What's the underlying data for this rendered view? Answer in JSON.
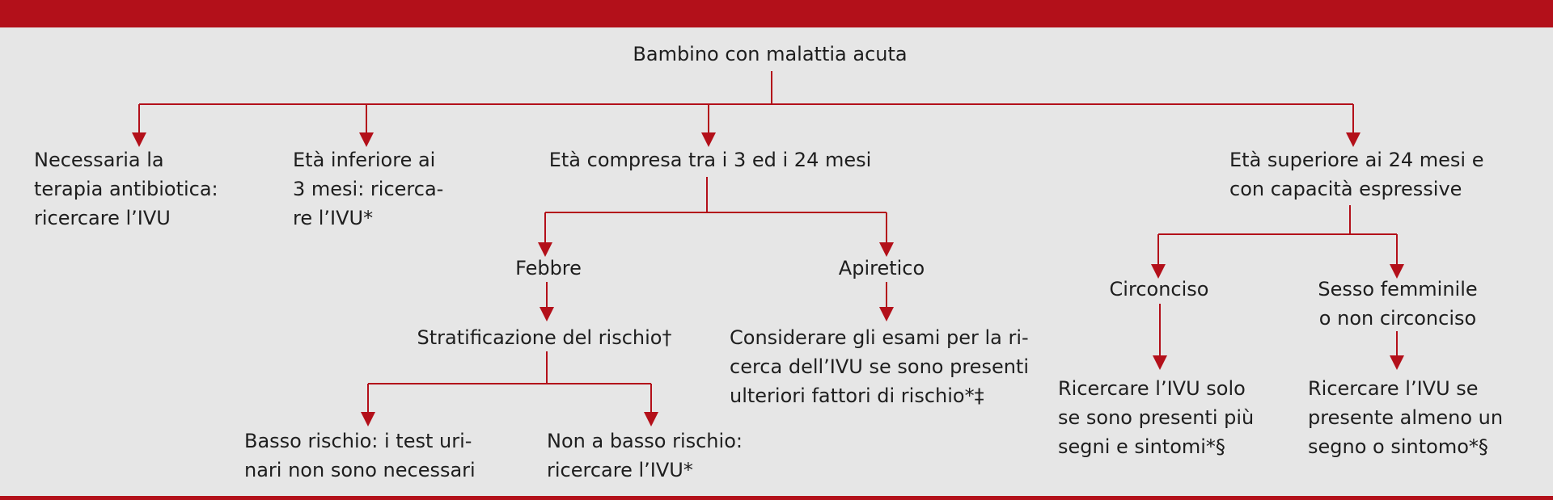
{
  "colors": {
    "accent": "#b3101a",
    "background": "#e6e6e6",
    "text": "#1e1e1e"
  },
  "nodes": {
    "root": {
      "lines": [
        "Bambino con malattia acuta"
      ]
    },
    "antibiotic": {
      "lines": [
        "Necessaria la",
        "terapia antibiotica:",
        "ricercare l’IVU"
      ]
    },
    "under3": {
      "lines": [
        "Età inferiore ai",
        "3 mesi: ricerca-",
        "re l’IVU*"
      ]
    },
    "age3to24": {
      "lines": [
        "Età compresa tra i 3 ed i 24 mesi"
      ]
    },
    "over24": {
      "lines": [
        "Età superiore ai 24 mesi e",
        "con capacità espressive"
      ]
    },
    "fever": {
      "lines": [
        "Febbre"
      ]
    },
    "afebrile": {
      "lines": [
        "Apiretico"
      ]
    },
    "risk": {
      "lines": [
        "Stratificazione del rischio†"
      ]
    },
    "consider": {
      "lines": [
        "Considerare gli esami per la ri-",
        "cerca dell’IVU se sono presenti",
        "ulteriori fattori di rischio*‡"
      ]
    },
    "lowrisk": {
      "lines": [
        "Basso rischio: i test uri-",
        "nari non sono necessari"
      ]
    },
    "notlow": {
      "lines": [
        "Non a basso rischio:",
        "ricercare l’IVU*"
      ]
    },
    "circumcised": {
      "lines": [
        "Circonciso"
      ]
    },
    "female": {
      "lines": [
        "Sesso femminile",
        "o non circonciso"
      ]
    },
    "circ_action": {
      "lines": [
        "Ricercare l’IVU solo",
        "se sono presenti più",
        "segni e sintomi*§"
      ]
    },
    "female_action": {
      "lines": [
        "Ricercare l’IVU se",
        "presente almeno un",
        "segno o sintomo*§"
      ]
    }
  }
}
